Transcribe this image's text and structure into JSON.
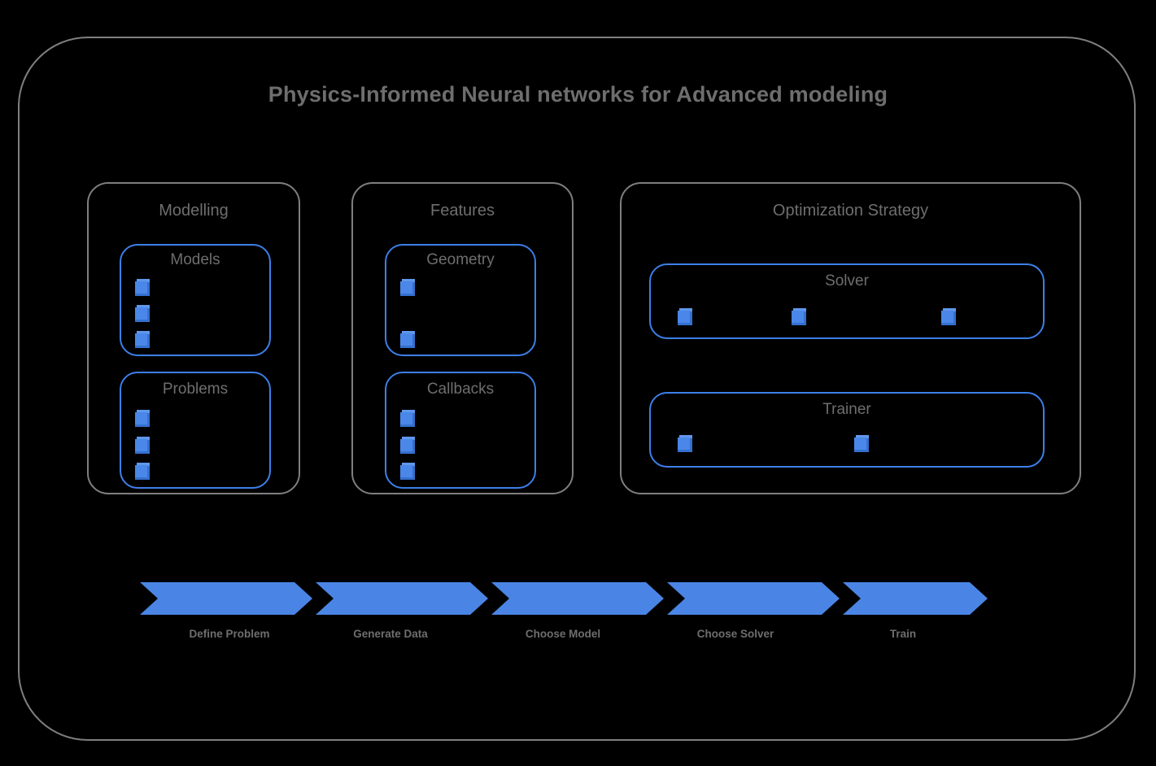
{
  "title": "Physics-Informed Neural networks for Advanced modeling",
  "groups": [
    {
      "name": "Modelling",
      "boxes": [
        {
          "name": "Models",
          "bullets": 3
        },
        {
          "name": "Problems",
          "bullets": 3
        }
      ]
    },
    {
      "name": "Features",
      "boxes": [
        {
          "name": "Geometry",
          "bullets": 2
        },
        {
          "name": "Callbacks",
          "bullets": 3
        }
      ]
    },
    {
      "name": "Optimization Strategy",
      "boxes": [
        {
          "name": "Solver",
          "bullets": 3
        },
        {
          "name": "Trainer",
          "bullets": 2
        }
      ]
    }
  ],
  "flow": {
    "steps": [
      {
        "label": "Define Problem"
      },
      {
        "label": "Generate Data"
      },
      {
        "label": "Choose Model"
      },
      {
        "label": "Choose Solver"
      },
      {
        "label": "Train"
      }
    ]
  },
  "colors": {
    "background": "#000000",
    "frame_gray": "#7f7f7f",
    "text_gray": "#6e6e6e",
    "accent_blue": "#3d7fe8",
    "chevron_blue": "#4a85e5",
    "bullet_blue": "#4a87e8"
  }
}
